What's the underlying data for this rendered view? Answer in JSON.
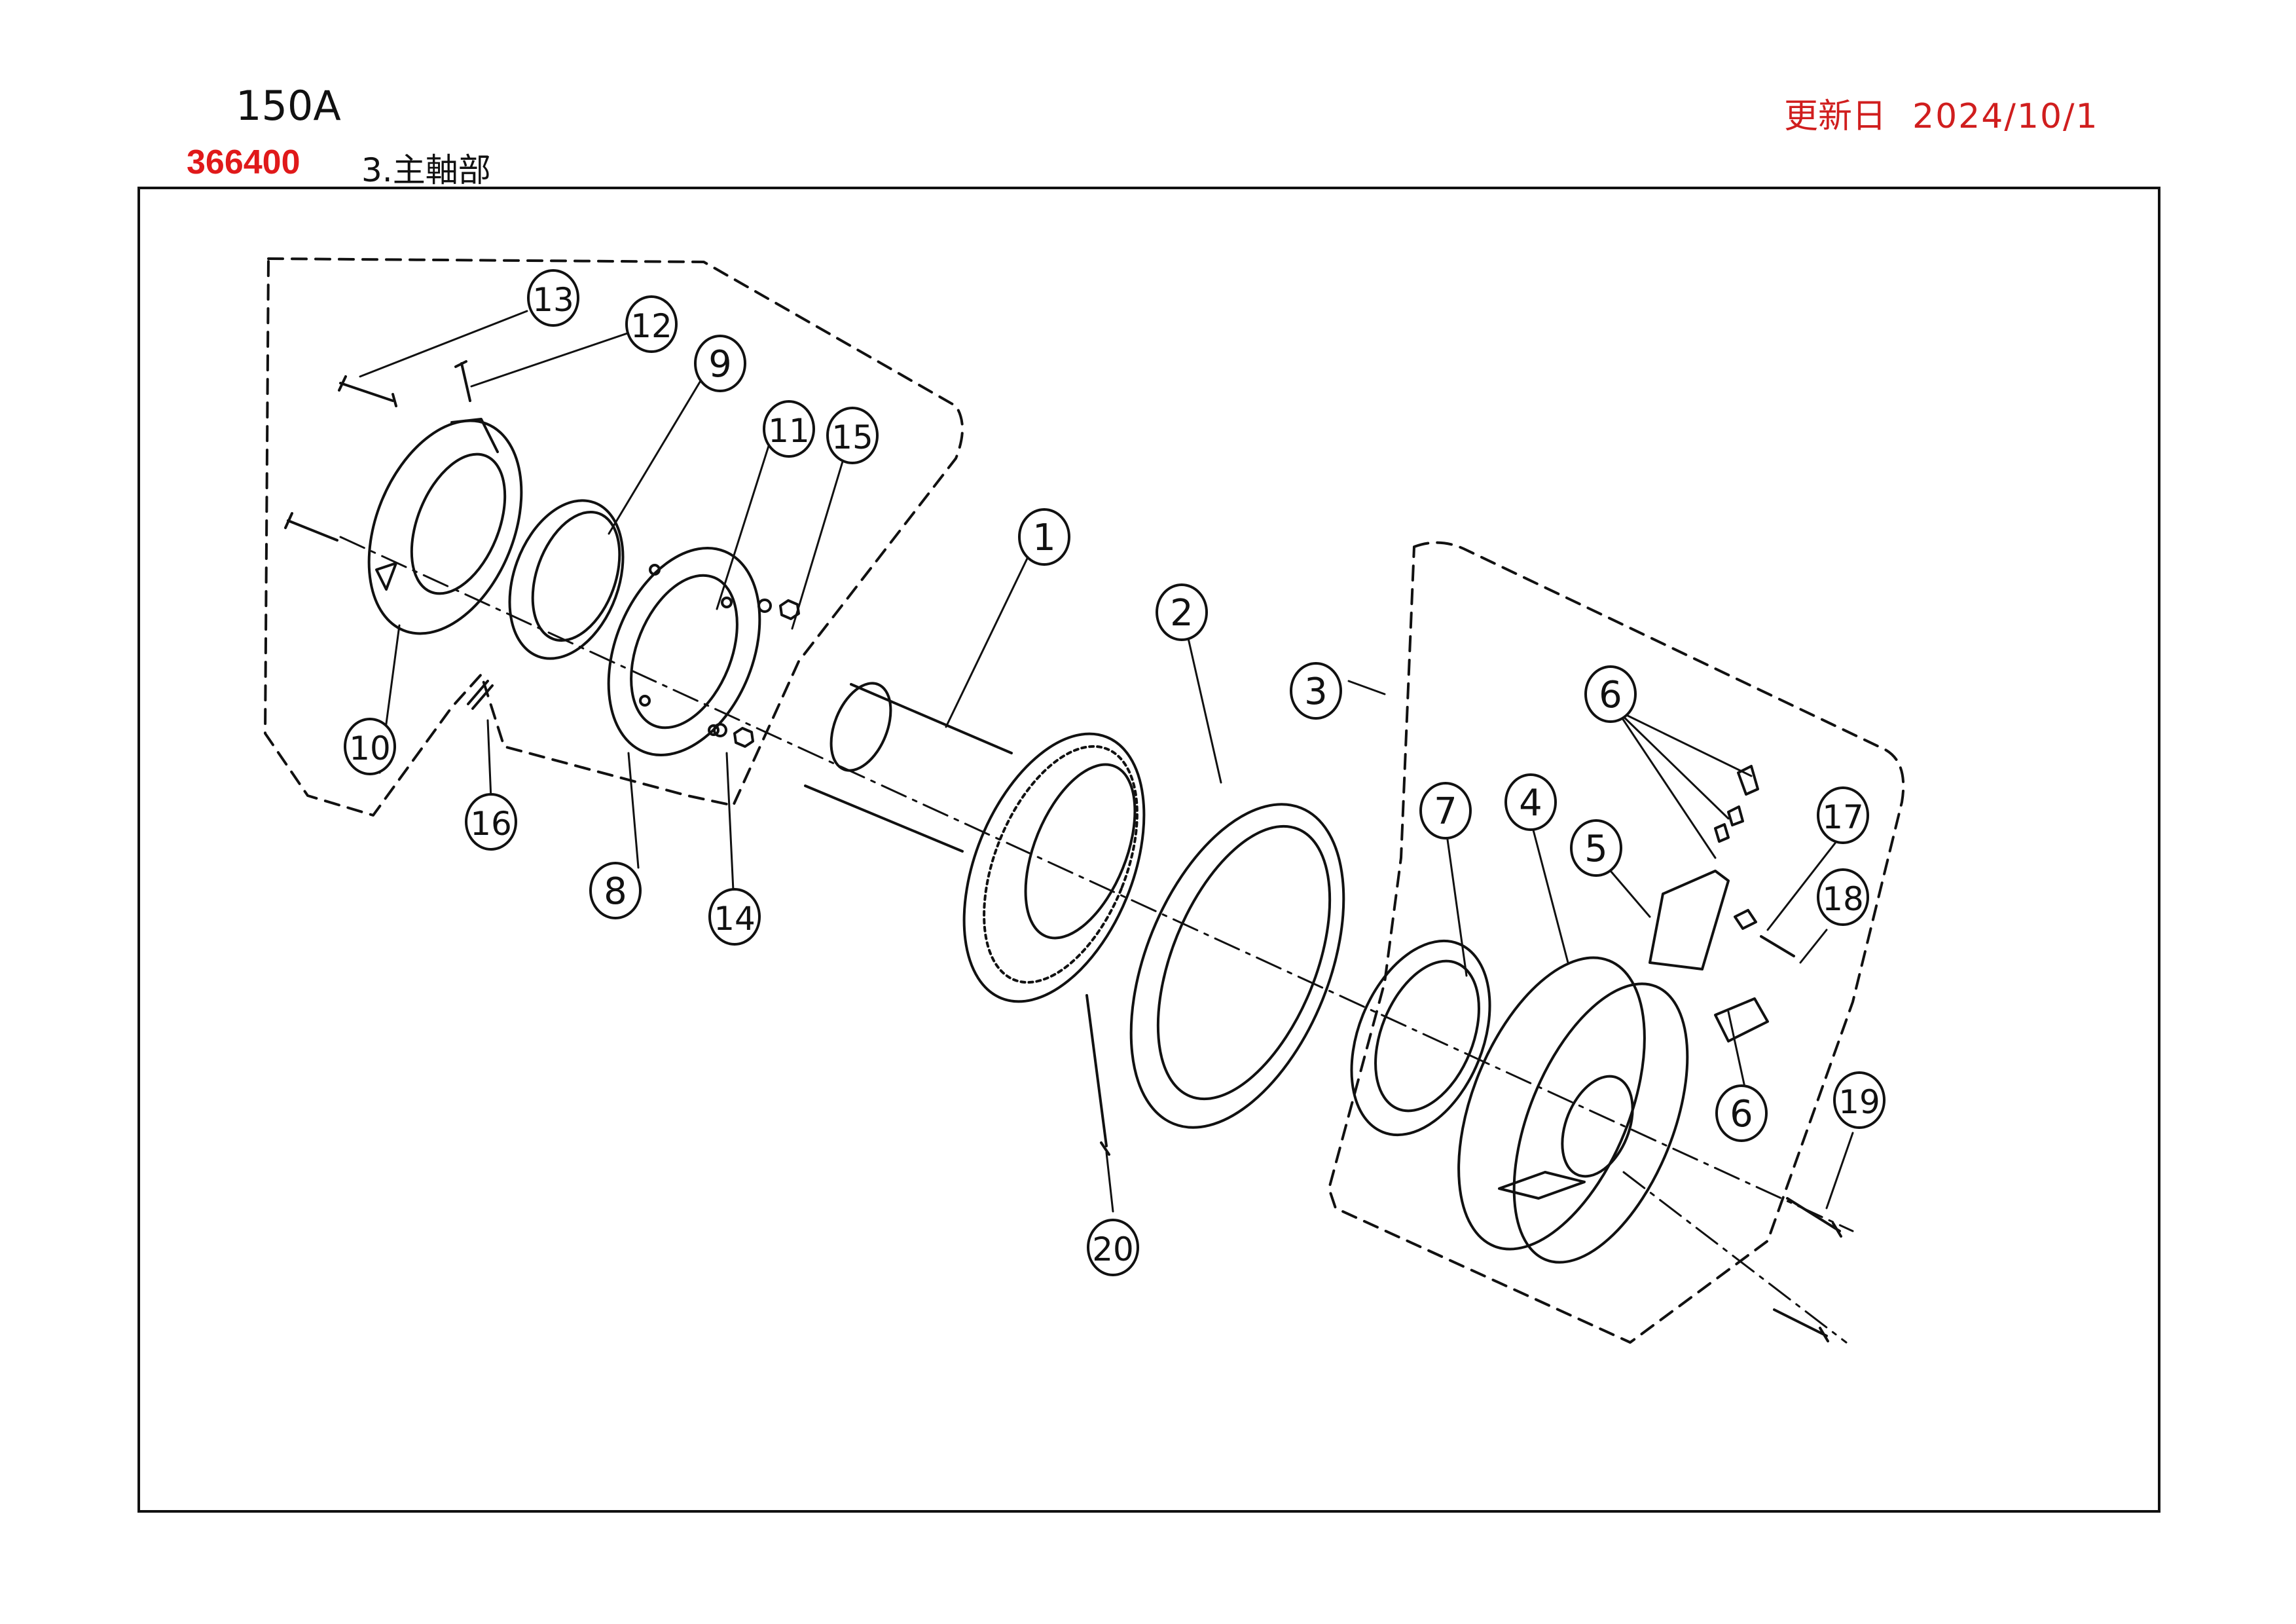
{
  "header": {
    "model": "150A",
    "part_number": "366400",
    "section": "3.主軸部",
    "updated_label": "更新日",
    "updated_date": "2024/10/1"
  },
  "colors": {
    "accent_red": "#e0191a",
    "line": "#111111"
  },
  "diagram": {
    "callouts": [
      "1",
      "2",
      "3",
      "4",
      "5",
      "6",
      "6",
      "7",
      "8",
      "9",
      "10",
      "11",
      "12",
      "13",
      "14",
      "15",
      "16",
      "17",
      "18",
      "19",
      "20"
    ]
  }
}
